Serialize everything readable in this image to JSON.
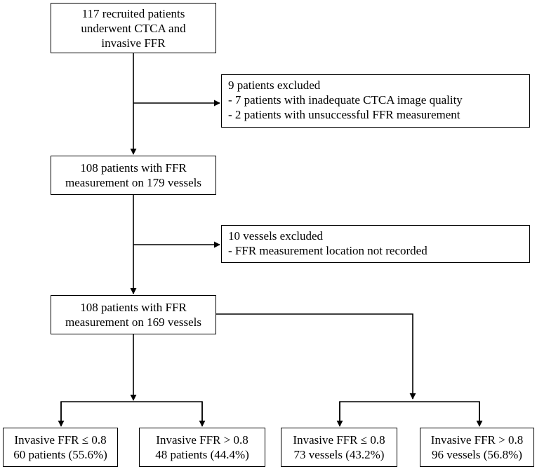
{
  "diagram": {
    "type": "flowchart",
    "colors": {
      "stroke": "#000000",
      "background": "#ffffff",
      "text": "#000000"
    },
    "nodes": {
      "recruited": {
        "lines": [
          "117 recruited patients",
          "underwent CTCA and",
          "invasive FFR"
        ]
      },
      "excluded_patients": {
        "lines": [
          "9 patients excluded",
          " - 7 patients with inadequate CTCA image quality",
          " - 2 patients with unsuccessful FFR measurement"
        ]
      },
      "ffr_179": {
        "lines": [
          "108 patients with FFR",
          "measurement on 179 vessels"
        ]
      },
      "excluded_vessels": {
        "lines": [
          "10 vessels excluded",
          " - FFR measurement location not recorded"
        ]
      },
      "ffr_169": {
        "lines": [
          "108 patients with FFR",
          "measurement on 169 vessels"
        ]
      },
      "patients_le": {
        "lines": [
          "Invasive FFR ≤ 0.8",
          "60 patients (55.6%)"
        ]
      },
      "patients_gt": {
        "lines": [
          "Invasive FFR > 0.8",
          "48 patients (44.4%)"
        ]
      },
      "vessels_le": {
        "lines": [
          "Invasive FFR ≤ 0.8",
          "73 vessels (43.2%)"
        ]
      },
      "vessels_gt": {
        "lines": [
          "Invasive FFR > 0.8",
          "96 vessels (56.8%)"
        ]
      }
    },
    "edges": [
      {
        "from": "recruited",
        "to": "ffr_179"
      },
      {
        "from": "recruited",
        "to": "excluded_patients"
      },
      {
        "from": "ffr_179",
        "to": "ffr_169"
      },
      {
        "from": "ffr_179",
        "to": "excluded_vessels"
      },
      {
        "from": "ffr_169",
        "to": "patients_le"
      },
      {
        "from": "ffr_169",
        "to": "patients_gt"
      },
      {
        "from": "ffr_169",
        "to": "vessels_le"
      },
      {
        "from": "ffr_169",
        "to": "vessels_gt"
      }
    ]
  }
}
